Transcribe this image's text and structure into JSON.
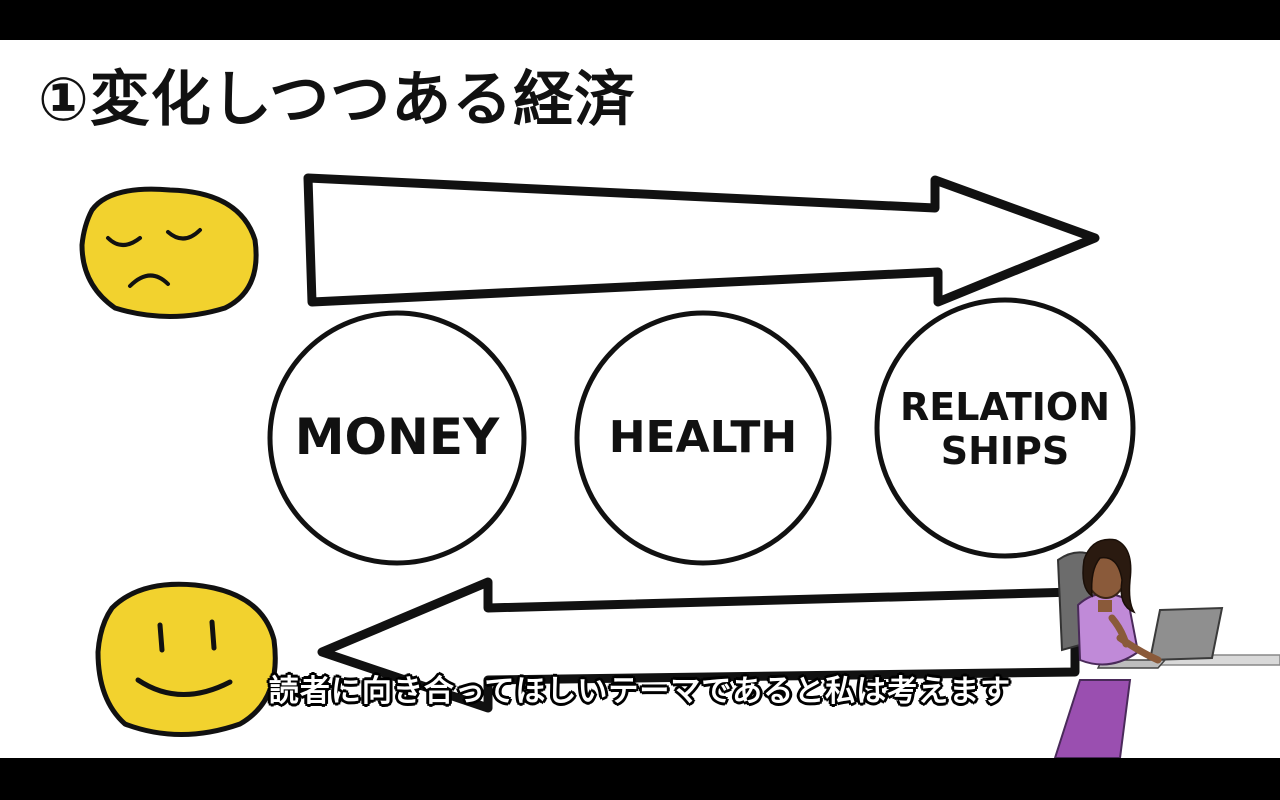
{
  "slide": {
    "title": "①変化しつつある経済",
    "circles": [
      {
        "line1": "MONEY",
        "line2": ""
      },
      {
        "line1": "HEALTH",
        "line2": ""
      },
      {
        "line1": "RELATION",
        "line2": "SHIPS"
      }
    ],
    "faces": {
      "top": "sad-face-icon",
      "bottom": "smiley-face-icon"
    }
  },
  "subtitle": {
    "text": "読者に向き合ってほしいテーマであると私は考えます"
  },
  "colors": {
    "letterbox": "#000000",
    "background": "#ffffff",
    "face_fill": "#f2d22e",
    "ink": "#111111",
    "subtitle_text": "#ffffff"
  }
}
